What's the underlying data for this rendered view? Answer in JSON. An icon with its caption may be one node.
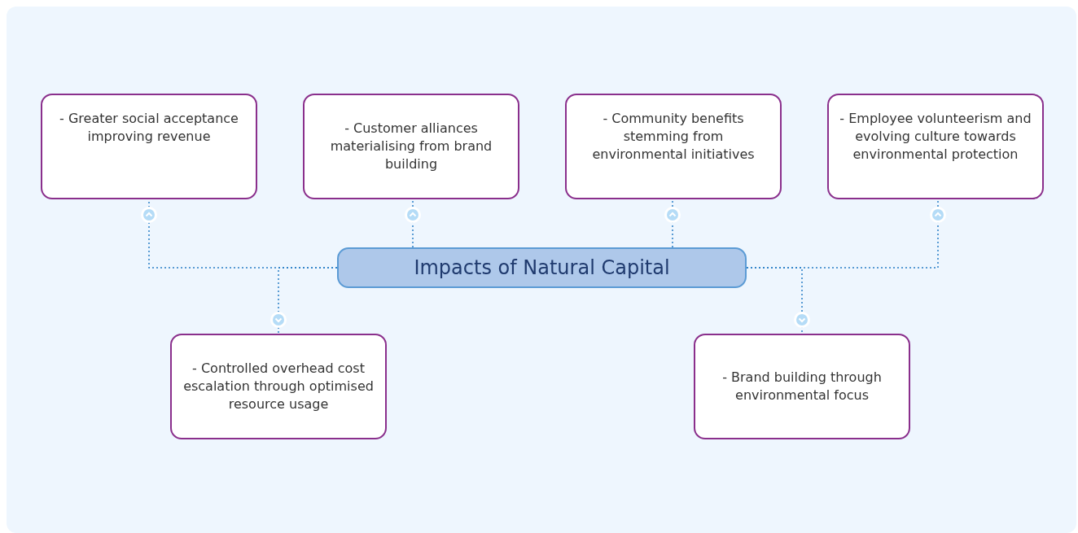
{
  "diagram": {
    "nodes": [
      {
        "text": [
          "- Greater social acceptance improving revenue"
        ]
      },
      {
        "text": [
          "- Customer alliances materialising from brand building"
        ]
      },
      {
        "text": [
          "- Community benefits stemming from environmental initiatives"
        ]
      },
      {
        "text": [
          "- Employee volunteerism and evolving culture towards environmental protection"
        ]
      },
      {
        "text": [
          "Impacts of Natural Capital"
        ]
      },
      {
        "text": [
          "- Controlled overhead cost escalation through optimised resource usage"
        ]
      },
      {
        "text": [
          "- Brand building through environmental focus"
        ]
      }
    ],
    "edges": [
      {
        "from": 4,
        "to": 0,
        "arrow": "none",
        "style": "dashed"
      },
      {
        "from": 4,
        "to": 1,
        "arrow": "none",
        "style": "dashed"
      },
      {
        "from": 4,
        "to": 2,
        "arrow": "none",
        "style": "dashed"
      },
      {
        "from": 4,
        "to": 3,
        "arrow": "none",
        "style": "dashed"
      },
      {
        "from": 4,
        "to": 5,
        "arrow": "none",
        "style": "dashed"
      },
      {
        "from": 4,
        "to": 6,
        "arrow": "none",
        "style": "dashed"
      }
    ]
  }
}
